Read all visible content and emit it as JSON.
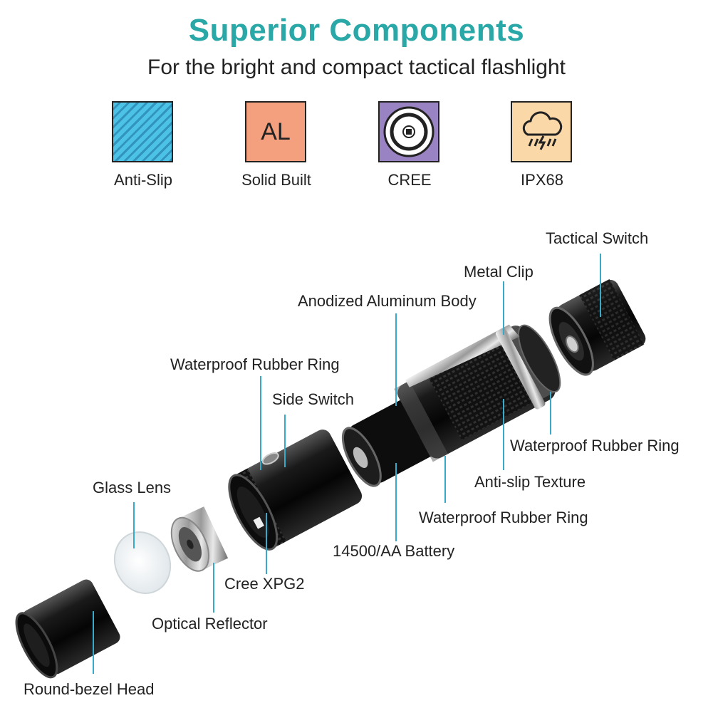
{
  "header": {
    "title": "Superior Components",
    "subtitle": "For the bright and compact tactical flashlight"
  },
  "features": [
    {
      "label": "Anti-Slip",
      "icon": "diamond-texture-icon",
      "color": "#4cc3e6"
    },
    {
      "label": "Solid Built",
      "icon_text": "AL",
      "color": "#f4a07e"
    },
    {
      "label": "CREE",
      "icon": "led-chip-icon",
      "color": "#9a83c2"
    },
    {
      "label": "IPX68",
      "icon": "storm-cloud-icon",
      "color": "#fbd8a8"
    }
  ],
  "callouts": {
    "tactical_switch": "Tactical Switch",
    "metal_clip": "Metal Clip",
    "anodized_body": "Anodized Aluminum Body",
    "rubber_ring_head": "Waterproof Rubber Ring",
    "side_switch": "Side Switch",
    "rubber_ring_tail": "Waterproof Rubber Ring",
    "anti_slip_texture": "Anti-slip Texture",
    "rubber_ring_body": "Waterproof Rubber Ring",
    "glass_lens": "Glass Lens",
    "battery": "14500/AA Battery",
    "cree_xpg2": "Cree XPG2",
    "optical_reflector": "Optical Reflector",
    "round_bezel": "Round-bezel Head"
  },
  "colors": {
    "accent": "#2aa7a7",
    "callout_line": "#38a9c9"
  }
}
